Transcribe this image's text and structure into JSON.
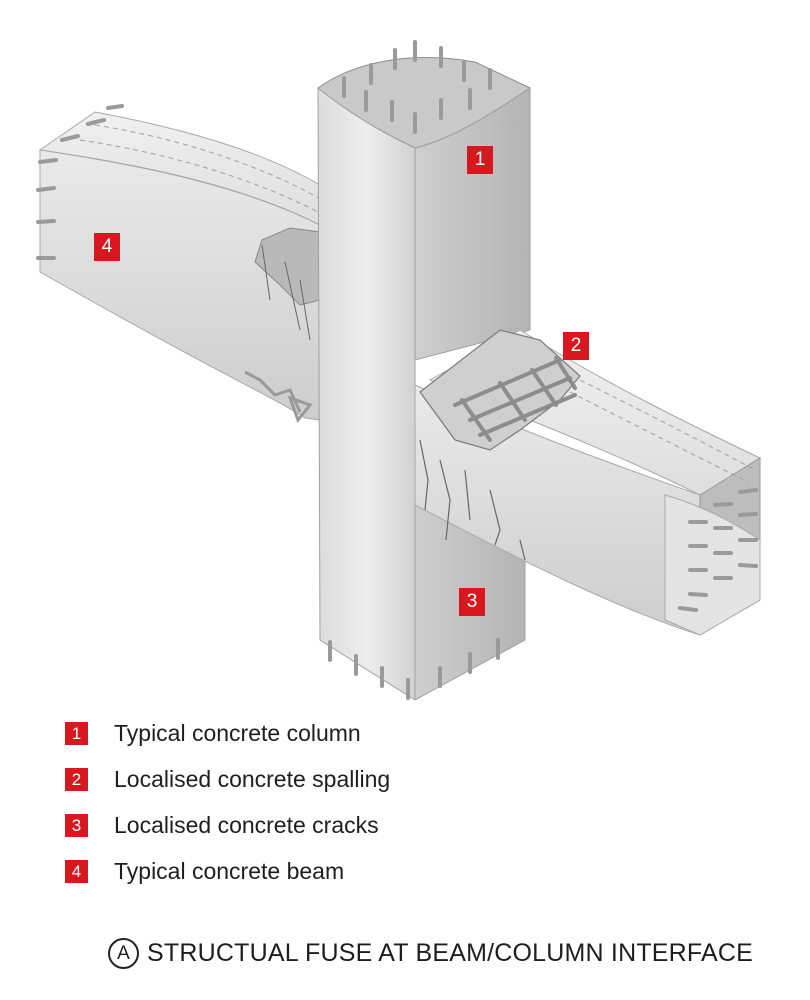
{
  "colors": {
    "accent_red": "#d7191f",
    "concrete_light": "#e9e9e9",
    "concrete_mid": "#cfcfcf",
    "concrete_dark": "#a9a9a9",
    "rebar": "#9a9a9a",
    "rebar_tip": "#c0392b"
  },
  "badges": [
    {
      "num": "1"
    },
    {
      "num": "2"
    },
    {
      "num": "3"
    },
    {
      "num": "4"
    }
  ],
  "legend": [
    {
      "num": "1",
      "label": "Typical concrete column"
    },
    {
      "num": "2",
      "label": "Localised concrete spalling"
    },
    {
      "num": "3",
      "label": "Localised concrete cracks"
    },
    {
      "num": "4",
      "label": "Typical concrete beam"
    }
  ],
  "caption": {
    "marker": "A",
    "text": "STRUCTUAL FUSE AT BEAM/COLUMN INTERFACE"
  }
}
